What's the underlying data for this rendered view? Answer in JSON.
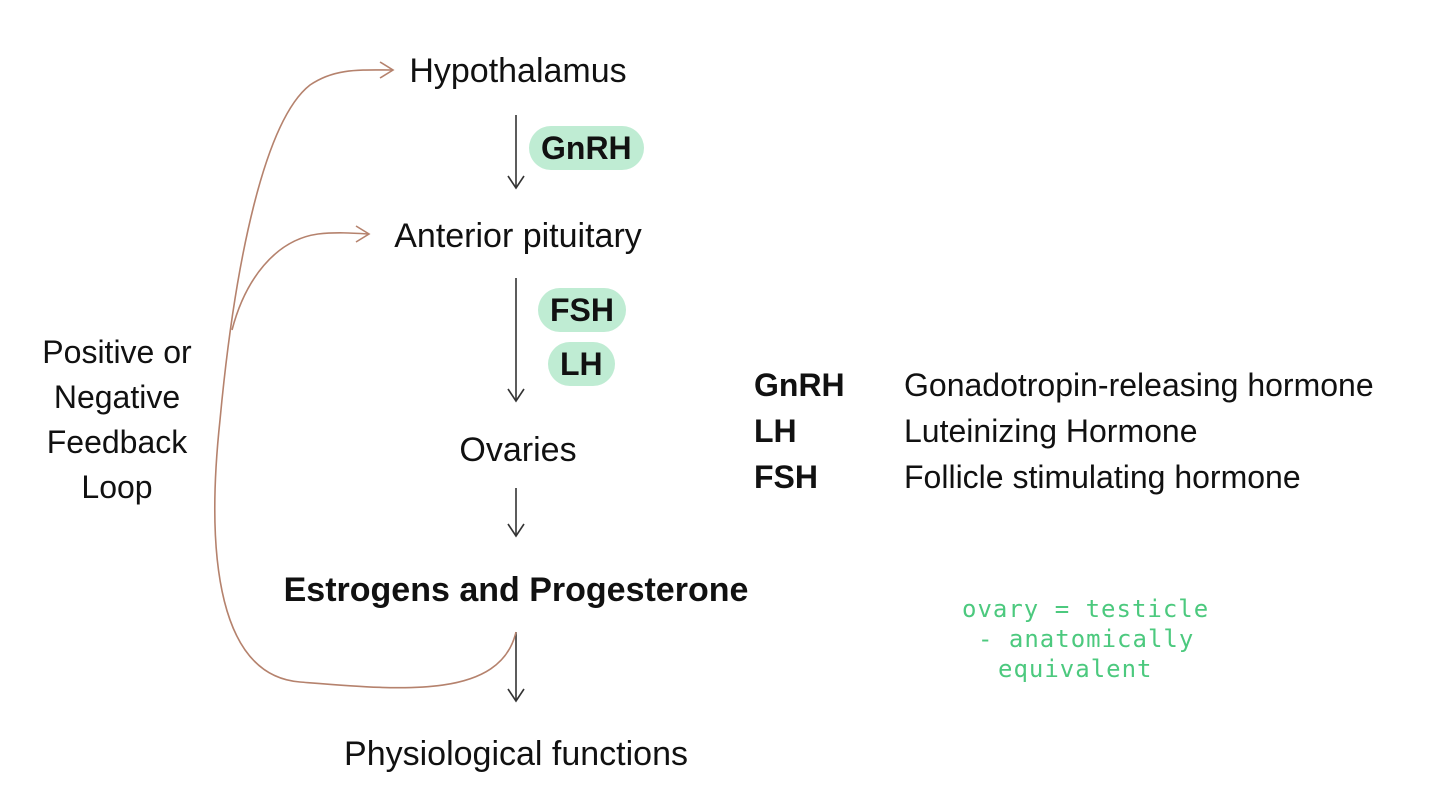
{
  "nodes": {
    "hypothalamus": "Hypothalamus",
    "anterior_pituitary": "Anterior pituitary",
    "ovaries": "Ovaries",
    "hormones": "Estrogens and Progesterone",
    "physiological": "Physiological functions"
  },
  "pills": {
    "gnrh": "GnRH",
    "fsh": "FSH",
    "lh": "LH"
  },
  "loop_label": "Positive or\nNegative\nFeedback\nLoop",
  "legend": [
    {
      "abbr": "GnRH",
      "full": "Gonadotropin-releasing hormone"
    },
    {
      "abbr": "LH",
      "full": "Luteinizing Hormone"
    },
    {
      "abbr": "FSH",
      "full": "Follicle stimulating hormone"
    }
  ],
  "note": {
    "line1": "ovary = testicle",
    "line2": "- anatomically",
    "line3": "equivalent"
  },
  "colors": {
    "pill_fill": "#bfecd3",
    "feedback_arrow": "#b5826d",
    "handwriting": "#4cc97e"
  }
}
